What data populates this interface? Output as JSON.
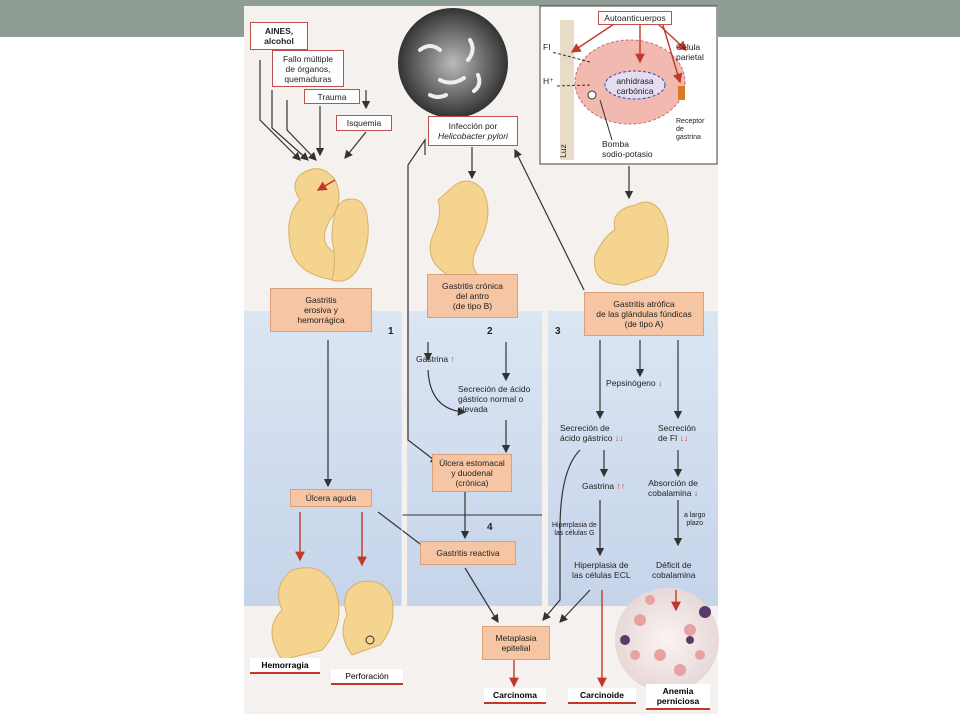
{
  "top": {
    "aines": "AINES,\nalcohol",
    "fallo": "Fallo múltiple\nde órganos,\nquemaduras",
    "trauma": "Trauma",
    "isquemia": "Isquemia",
    "infeccion_line1": "Infección por",
    "infeccion_line2": "Helicobacter pylori",
    "autoanticuerpos": "Autoanticuerpos",
    "fi": "FI",
    "h": "H⁺",
    "celula": "Célula\nparietal",
    "anhidrasa": "anhidrasa\ncarbónica",
    "receptor": "Receptor\nde\ngastrina",
    "bomba": "Bomba\nsodio-potasio",
    "luz": "Luz"
  },
  "columns": {
    "c1": "1",
    "c2": "2",
    "c3": "3",
    "c4": "4"
  },
  "boxes": {
    "erosiva": "Gastritis\nerosiva y\nhemorrágica",
    "cronica": "Gastritis crónica\ndel antro\n(de tipo B)",
    "atrofica": "Gastritis atrófica\nde las glándulas fúndicas\n(de tipo A)",
    "ulcera_aguda": "Úlcera aguda",
    "ulcera_estomacal": "Úlcera estomacal\ny duodenal\n(crónica)",
    "reactiva": "Gastritis reactiva",
    "metaplasia": "Metaplasia\nepitelial"
  },
  "labels": {
    "gastrina_b": "Gastrina",
    "secrecion_normal": "Secreción de ácido\ngástrico normal o\nelevada",
    "pepsinogeno": "Pepsinógeno",
    "secrecion_acido": "Secreción de\nácido gástrico",
    "secrecion_fi": "Secreción\nde FI",
    "gastrina_a": "Gastrina",
    "absorcion": "Absorción de\ncobalamina",
    "hiperplasia_g": "Hiperplasia de\nlas células G",
    "a_largo": "a largo\nplazo",
    "hiperplasia_ecl": "Hiperplasia de\nlas células ECL",
    "deficit": "Déficit de\ncobalamina"
  },
  "arrows": {
    "up": "↑",
    "down": "↓",
    "upup": "↑↑",
    "downdown": "↓↓"
  },
  "endpoints": {
    "hemorragia": "Hemorragia",
    "perforacion": "Perforación",
    "carcinoma": "Carcinoma",
    "carcinoide": "Carcinoide",
    "anemia": "Anemia\nperniciosa"
  },
  "colors": {
    "accent_red": "#c0392b",
    "box_fill": "#f6c5a3",
    "column_fill": "#c6d4ea",
    "topbar": "#8e9e94"
  }
}
